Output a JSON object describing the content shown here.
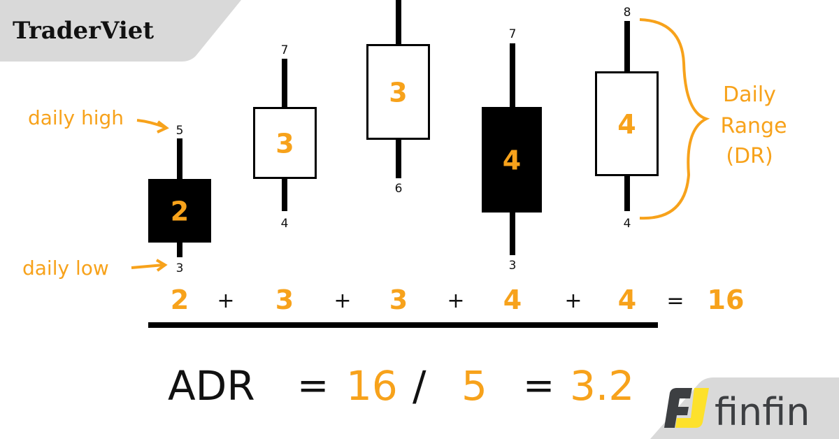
{
  "logos": {
    "top_left": "TraderViet",
    "bottom_right": "finfin"
  },
  "colors": {
    "accent": "#f7a21b",
    "candle": "#000000",
    "banner": "#d9d9d9",
    "finfin_dark": "#3d3f42",
    "finfin_yellow": "#fde12c"
  },
  "annotations": {
    "daily_high": "daily high",
    "daily_low": "daily low",
    "range_line1": "Daily",
    "range_line2": "Range",
    "range_line3": "(DR)"
  },
  "candles": [
    {
      "type": "bearish",
      "range": "2",
      "high": "5",
      "low": "3"
    },
    {
      "type": "bullish",
      "range": "3",
      "high": "7",
      "low": "4"
    },
    {
      "type": "bullish",
      "range": "3",
      "high": "",
      "low": "6"
    },
    {
      "type": "bearish",
      "range": "4",
      "high": "7",
      "low": "3"
    },
    {
      "type": "bullish",
      "range": "4",
      "high": "8",
      "low": "4"
    }
  ],
  "sum": {
    "terms": [
      "2",
      "3",
      "3",
      "4",
      "4"
    ],
    "plus": "+",
    "equals": "=",
    "total": "16"
  },
  "adr": {
    "label": "ADR",
    "eq1": "=",
    "numerator": "16",
    "slash": "/",
    "denominator": "5",
    "eq2": "=",
    "result": "3.2"
  }
}
